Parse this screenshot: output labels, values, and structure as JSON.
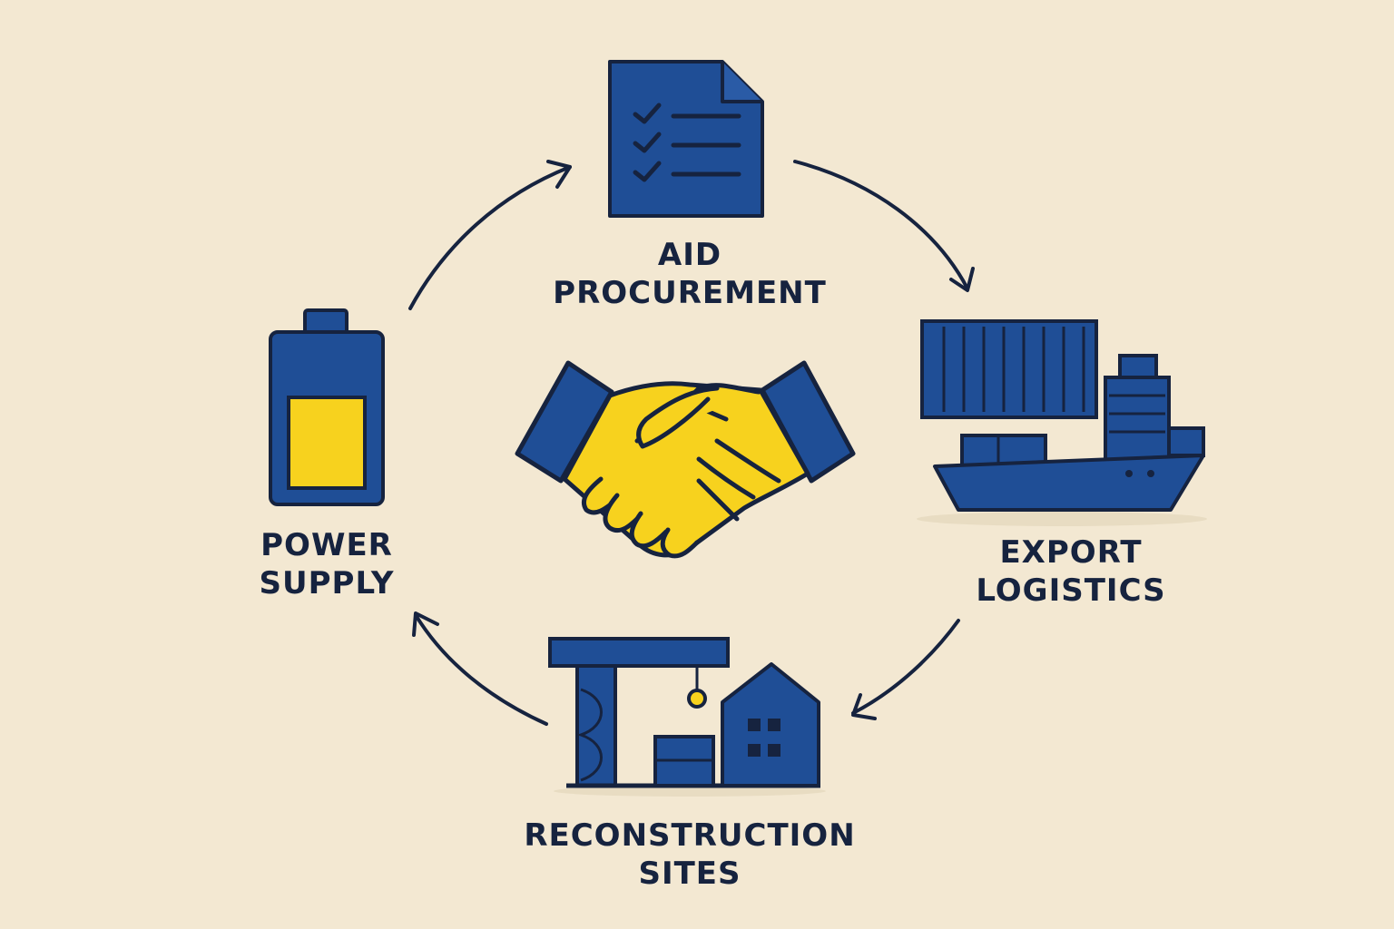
{
  "diagram": {
    "nodes": [
      {
        "id": "aid",
        "icon": "checklist-document-icon",
        "lines": [
          "AID",
          "PROCUREMENT"
        ]
      },
      {
        "id": "export",
        "icon": "cargo-ship-icon",
        "lines": [
          "EXPORT",
          "LOGISTICS"
        ]
      },
      {
        "id": "recon",
        "icon": "construction-crane-icon",
        "lines": [
          "RECONSTRUCTION",
          "SITES"
        ]
      },
      {
        "id": "power",
        "icon": "battery-icon",
        "lines": [
          "POWER",
          "SUPPLY"
        ]
      }
    ],
    "center_icon": "handshake-icon",
    "flow": [
      "aid",
      "export",
      "recon",
      "power",
      "aid"
    ]
  },
  "colors": {
    "background": "#f3e8d2",
    "primary_blue": "#1f4e96",
    "accent_yellow": "#f7d21e",
    "outline": "#16233f"
  }
}
